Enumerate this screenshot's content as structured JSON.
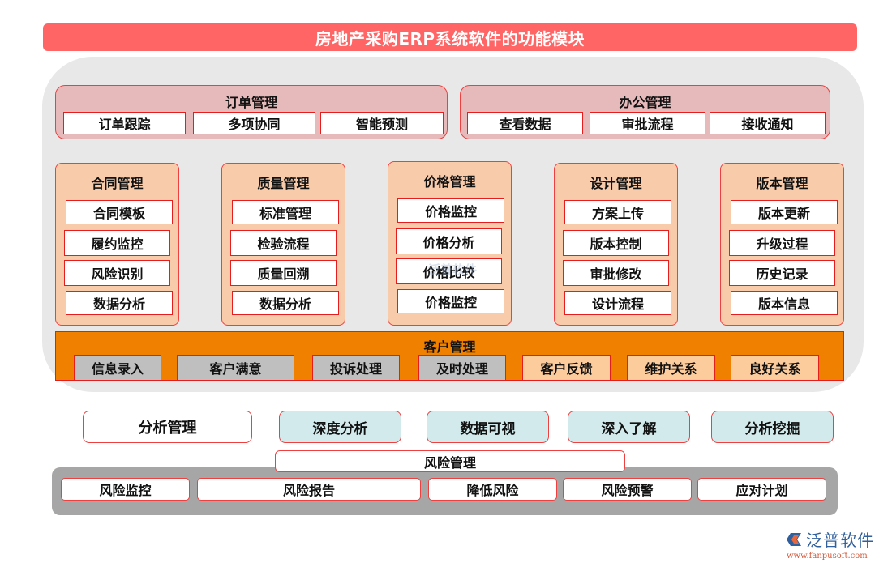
{
  "title": "房地产采购ERP系统软件的功能模块",
  "top_groups": [
    {
      "name": "订单管理",
      "items": [
        "订单跟踪",
        "多项协同",
        "智能预测"
      ]
    },
    {
      "name": "办公管理",
      "items": [
        "查看数据",
        "审批流程",
        "接收通知"
      ]
    }
  ],
  "mid_groups": [
    {
      "name": "合同管理",
      "items": [
        "合同模板",
        "履约监控",
        "风险识别",
        "数据分析"
      ]
    },
    {
      "name": "质量管理",
      "items": [
        "标准管理",
        "检验流程",
        "质量回溯",
        "数据分析"
      ]
    },
    {
      "name": "价格管理",
      "items": [
        "价格监控",
        "价格分析",
        "价格比较",
        "价格监控"
      ]
    },
    {
      "name": "设计管理",
      "items": [
        "方案上传",
        "版本控制",
        "审批修改",
        "设计流程"
      ]
    },
    {
      "name": "版本管理",
      "items": [
        "版本更新",
        "升级过程",
        "历史记录",
        "版本信息"
      ]
    }
  ],
  "customer": {
    "name": "客户管理",
    "items": [
      "信息录入",
      "客户满意",
      "投诉处理",
      "及时处理",
      "客户反馈",
      "维护关系",
      "良好关系"
    ]
  },
  "analysis": {
    "name": "分析管理",
    "items": [
      "深度分析",
      "数据可视",
      "深入了解",
      "分析挖掘"
    ]
  },
  "risk": {
    "name": "风险管理",
    "items": [
      "风险监控",
      "风险报告",
      "降低风险",
      "风险预警",
      "应对计划"
    ]
  },
  "watermark": "泛普软件",
  "logo": {
    "name": "泛普软件",
    "url": "www.fanpusoft.com"
  },
  "colors": {
    "title_bg": "#ff6565",
    "panel_bg": "#e8e8e8",
    "pink_group": "#e6b9ba",
    "peach_group": "#f8cbab",
    "orange_band": "#f08100",
    "teal_button": "#d3eaec",
    "risk_panel": "#a6a6a6",
    "border_red": "#e61d1d"
  }
}
